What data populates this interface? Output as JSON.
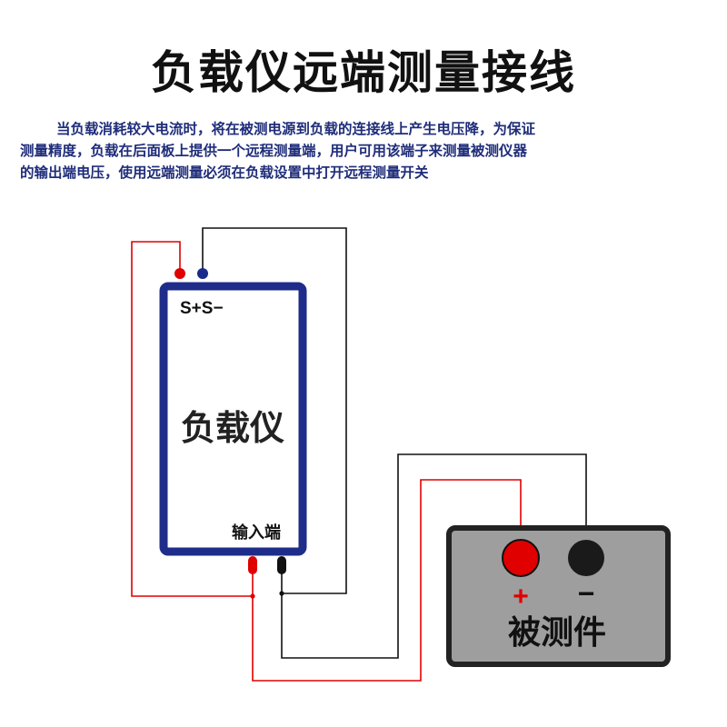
{
  "title": "负载仪远端测量接线",
  "description": {
    "line1": "当负载消耗较大电流时，将在被测电源到负载的连接线上产生电压降，为保证",
    "line2": "测量精度，负载在后面板上提供一个远程测量端，用户可用该端子来测量被测仪器",
    "line3": "的输出端电压，使用远端测量必须在负载设置中打开远程测量开关"
  },
  "load": {
    "sense_label": "S+S−",
    "name": "负载仪",
    "input_label": "输入端"
  },
  "dut": {
    "plus_label": "+",
    "minus_label": "−",
    "name": "被测件"
  },
  "colors": {
    "load_frame": "#1f2d8a",
    "wire_positive": "#e00000",
    "wire_negative": "#111111",
    "sense_negative_dot": "#1a2a8a",
    "dut_panel": "#9e9e9e",
    "dut_frame": "#222222"
  }
}
